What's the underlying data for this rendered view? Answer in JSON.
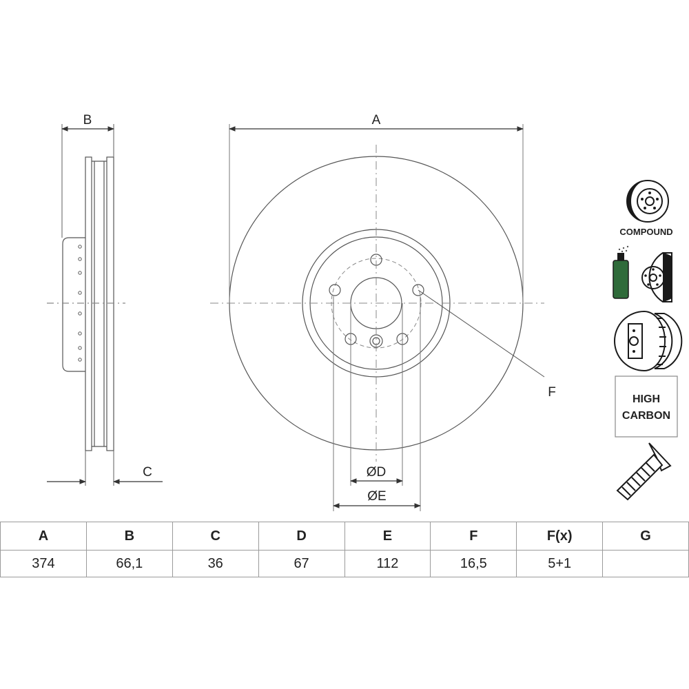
{
  "dimension_labels": {
    "a": "A",
    "b": "B",
    "c": "C",
    "d": "ØD",
    "e": "ØE",
    "f": "F"
  },
  "badges": {
    "compound": "COMPOUND",
    "high_carbon_line1": "HIGH",
    "high_carbon_line2": "CARBON"
  },
  "spec_table": {
    "headers": [
      "A",
      "B",
      "C",
      "D",
      "E",
      "F",
      "F(x)",
      "G"
    ],
    "values": [
      "374",
      "66,1",
      "36",
      "67",
      "112",
      "16,5",
      "5+1",
      ""
    ]
  },
  "colors": {
    "line": "#555555",
    "dark": "#1a1a1a",
    "green": "#2f6b3a"
  }
}
